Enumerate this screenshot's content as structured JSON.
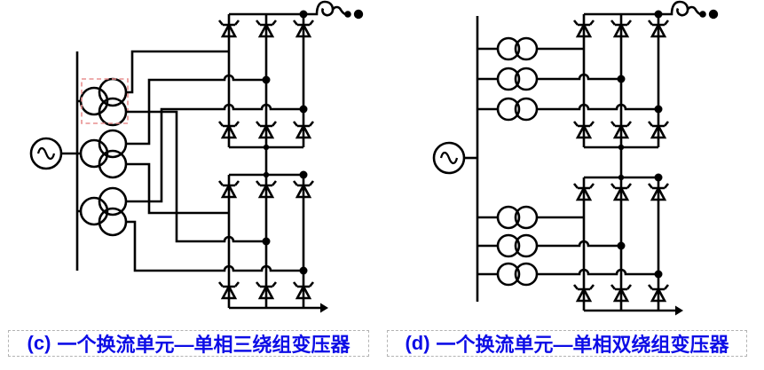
{
  "panels": [
    {
      "id": "c",
      "caption_label": "(c)",
      "caption_text": "一个换流单元—单相三绕组变压器",
      "transformers": {
        "type": "single-phase three-winding",
        "count": 3,
        "windings_each": 3
      },
      "bridges": {
        "count": 2,
        "valves_per_bridge": 6
      },
      "ac_source": 1,
      "highlight_box_on_first_transformer": true
    },
    {
      "id": "d",
      "caption_label": "(d)",
      "caption_text": "一个换流单元—单相双绕组变压器",
      "transformers": {
        "type": "single-phase two-winding",
        "count": 6,
        "windings_each": 2
      },
      "bridges": {
        "count": 2,
        "valves_per_bridge": 6
      },
      "ac_source": 1,
      "highlight_box_on_first_transformer": false
    }
  ],
  "colors": {
    "circuit": "#000000",
    "background": "#ffffff",
    "caption_text": "#0d0de6",
    "caption_border": "#b3b3b3",
    "highlight_box": "#e89090"
  }
}
